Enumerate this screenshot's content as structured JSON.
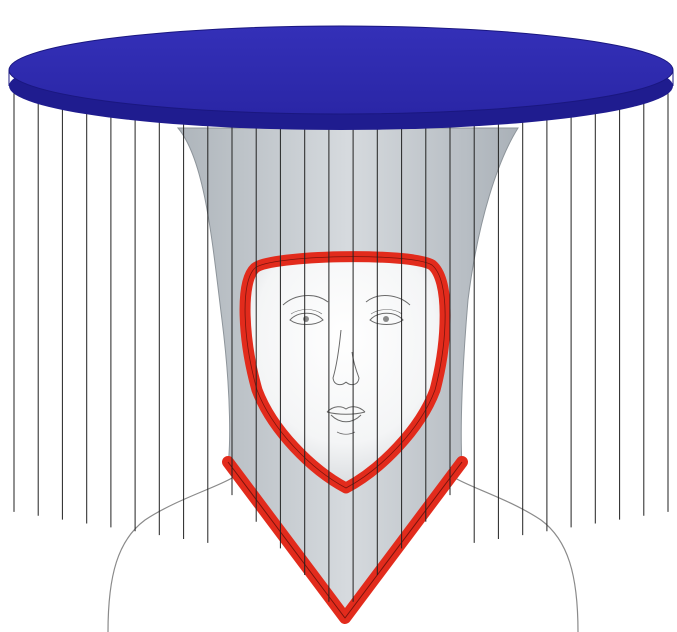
{
  "figure": {
    "kind": "headdress illustration",
    "elements": [
      "hat-brim",
      "veil",
      "fringe-strings",
      "face-frame",
      "collar-frame",
      "shoulders",
      "face"
    ]
  },
  "colors": {
    "background": "#ffffff",
    "brim_top": "#2f2bb3",
    "brim_edge": "#1e1b8c",
    "veil": "#c9ced3",
    "veil_shadow": "#b3b9bf",
    "frame_red": "#e22b1c",
    "frame_dark": "#8a1a12",
    "string": "#222222",
    "outline": "#777777",
    "face_sketch": "#6a6a6a"
  },
  "fringe": {
    "string_count": 28
  }
}
